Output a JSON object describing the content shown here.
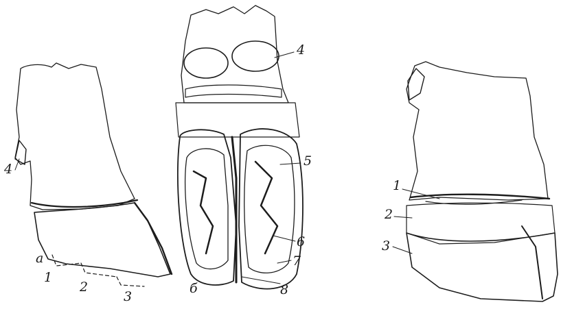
{
  "panels": {
    "left": {
      "letter": "а",
      "labels": [
        "1",
        "2",
        "3",
        "4"
      ]
    },
    "middle": {
      "letter": "б",
      "labels": [
        "4",
        "5",
        "6",
        "7",
        "8"
      ]
    },
    "right": {
      "labels": [
        "1",
        "2",
        "3"
      ]
    }
  }
}
